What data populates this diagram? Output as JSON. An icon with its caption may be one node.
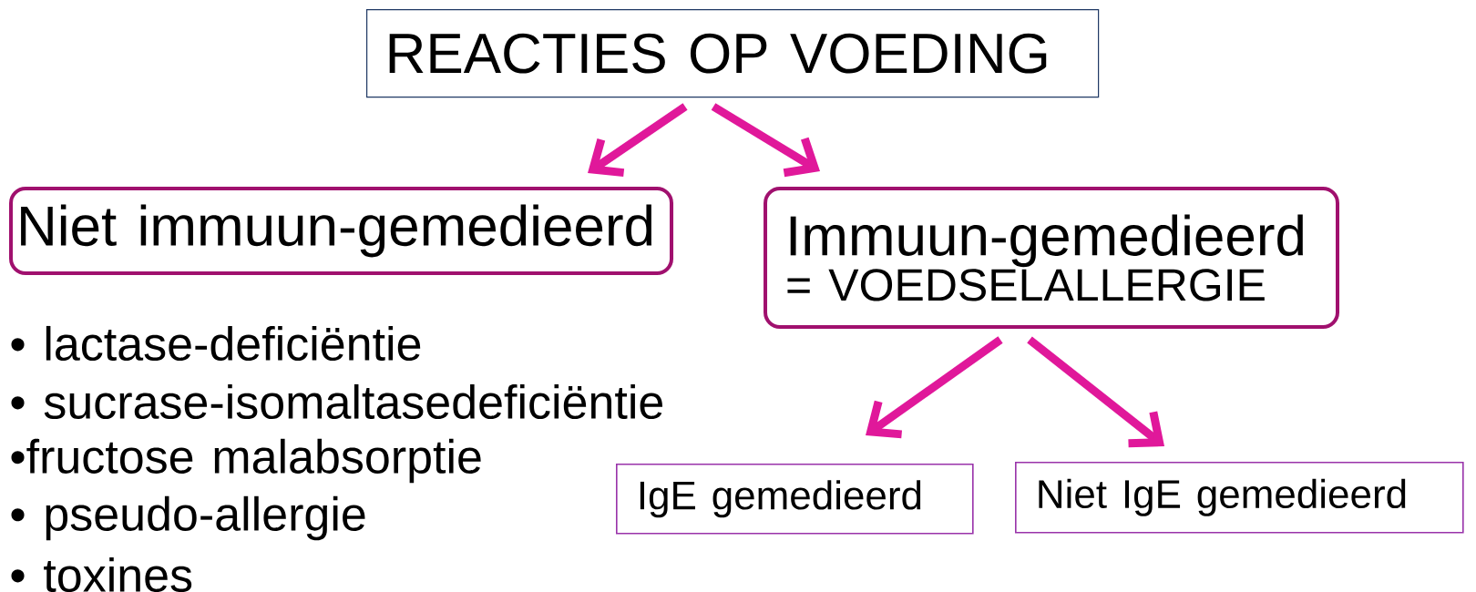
{
  "diagram": {
    "nodes": [
      {
        "text": [
          "REACTIES OP VOEDING"
        ]
      },
      {
        "text": [
          "Niet immuun-gemedieerd"
        ]
      },
      {
        "text": [
          "Immuun-gemedieerd",
          "= VOEDSELALLERGIE"
        ]
      },
      {
        "text": [
          "IgE gemedieerd"
        ]
      },
      {
        "text": [
          "Niet IgE gemedieerd"
        ]
      }
    ],
    "edges": [
      {
        "from": 0,
        "to": 1,
        "arrow": "to"
      },
      {
        "from": 0,
        "to": 2,
        "arrow": "to"
      },
      {
        "from": 2,
        "to": 3,
        "arrow": "to"
      },
      {
        "from": 2,
        "to": 4,
        "arrow": "to"
      }
    ],
    "labels": [
      "• lactase-deficiëntie",
      "• sucrase-isomaltasedeficiëntie",
      "•fructose malabsorptie",
      "• pseudo-allergie",
      "• toxines"
    ]
  }
}
